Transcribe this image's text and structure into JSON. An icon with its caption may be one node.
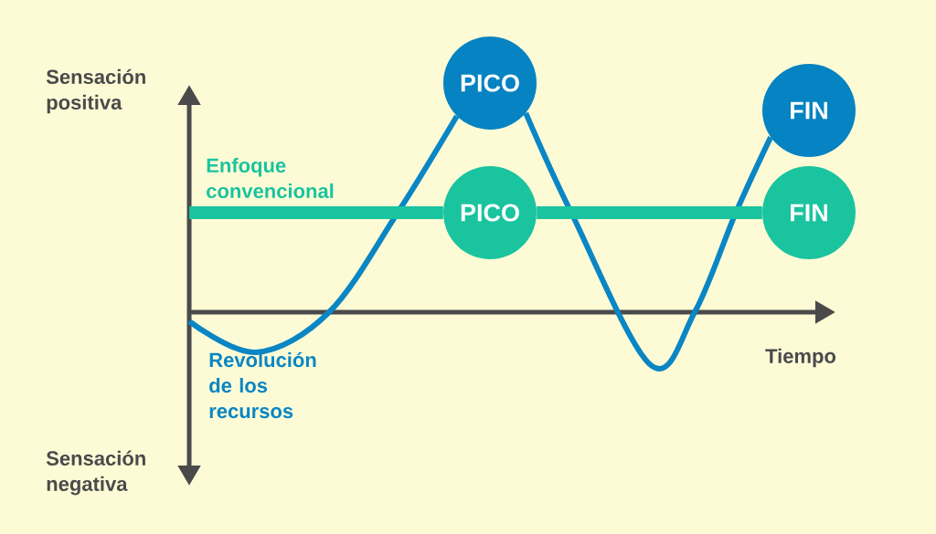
{
  "diagram": {
    "nodes": [
      {
        "text": [
          "PICO"
        ]
      },
      {
        "text": [
          "FIN"
        ]
      },
      {
        "text": [
          "PICO"
        ]
      },
      {
        "text": [
          "FIN"
        ]
      }
    ],
    "edges": [
      {
        "from": null,
        "to": 0,
        "arrow": "none",
        "color": "#0a86c4"
      },
      {
        "from": 0,
        "to": 1,
        "arrow": "none",
        "color": "#0a86c4"
      },
      {
        "from": null,
        "to": 2,
        "arrow": "none",
        "style": "thick",
        "color": "#19c49f"
      },
      {
        "from": 2,
        "to": 3,
        "arrow": "none",
        "style": "thick",
        "color": "#19c49f"
      }
    ],
    "labels": [
      "Sensación positiva",
      "Enfoque convencional",
      "Tiempo",
      "Revolución de los recursos",
      "Sensación negativa"
    ]
  }
}
